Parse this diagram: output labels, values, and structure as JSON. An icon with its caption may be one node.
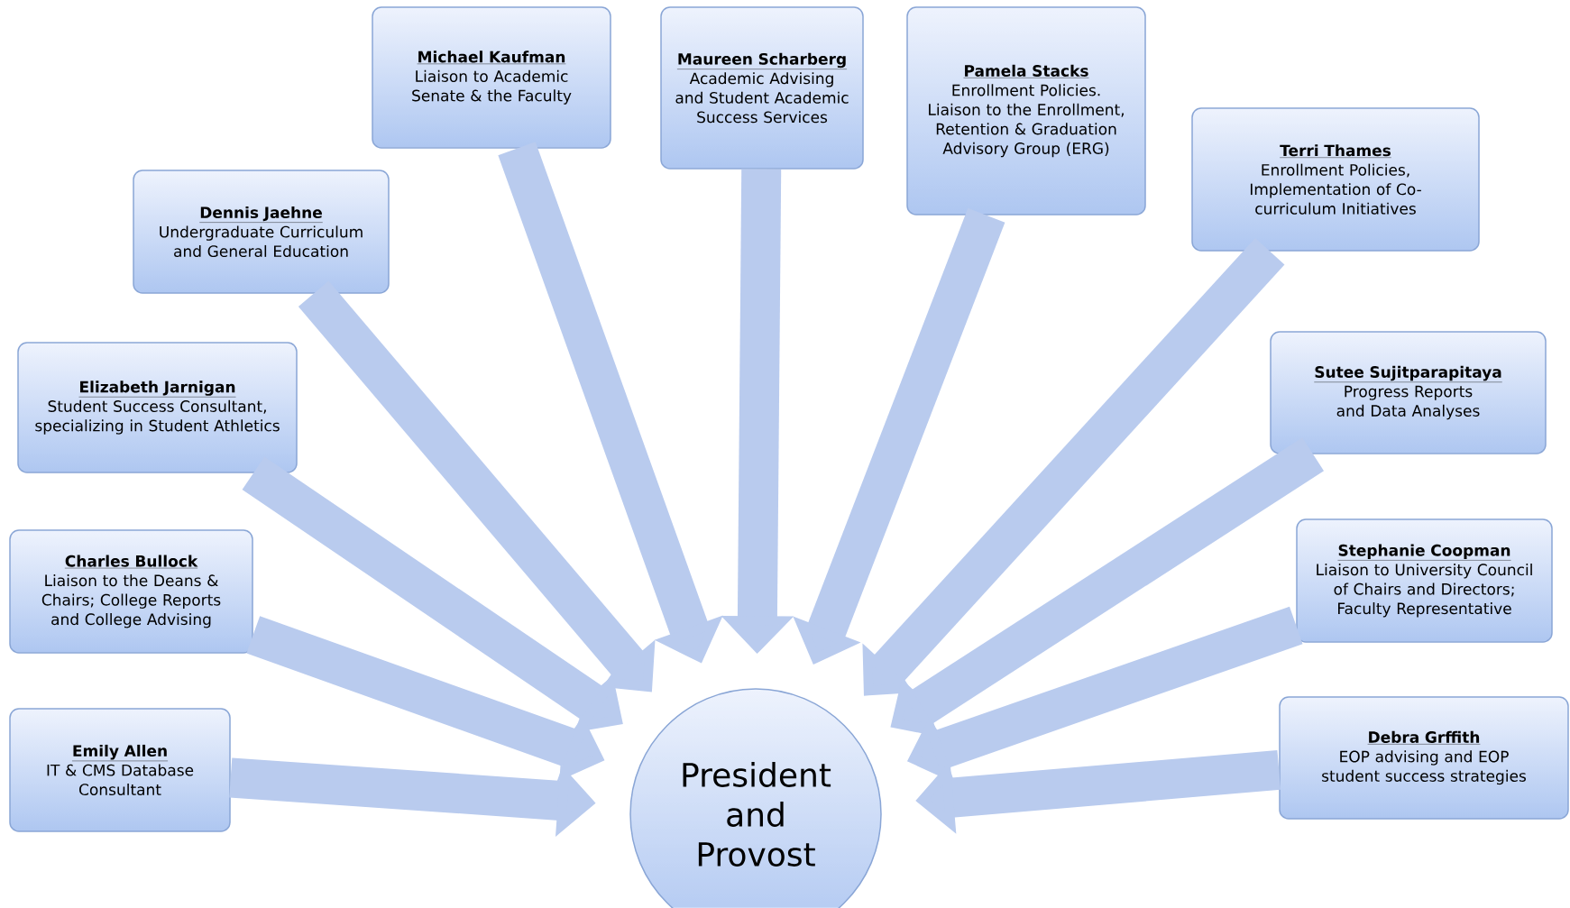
{
  "diagram": {
    "nodes": [
      {
        "text": [
          "Michael Kaufman",
          "Liaison to Academic Senate & the Faculty"
        ]
      },
      {
        "text": [
          "Maureen Scharberg",
          "Academic Advising and Student Academic Success Services"
        ]
      },
      {
        "text": [
          "Pamela Stacks",
          "Enrollment Policies. Liaison to the Enrollment, Retention & Graduation Advisory Group (ERG)"
        ]
      },
      {
        "text": [
          "Terri Thames",
          "Enrollment Policies, Implementation of Co-curriculum Initiatives"
        ]
      },
      {
        "text": [
          "Dennis Jaehne",
          "Undergraduate Curriculum and General Education"
        ]
      },
      {
        "text": [
          "Elizabeth Jarnigan",
          "Student Success Consultant, specializing in Student Athletics"
        ]
      },
      {
        "text": [
          "Sutee Sujitparapitaya",
          "Progress Reports and Data Analyses"
        ]
      },
      {
        "text": [
          "Charles Bullock",
          "Liaison to the Deans & Chairs; College Reports and College Advising"
        ]
      },
      {
        "text": [
          "Stephanie Coopman",
          "Liaison to University Council of Chairs and Directors; Faculty Representative"
        ]
      },
      {
        "text": [
          "Emily Allen",
          "IT & CMS Database Consultant"
        ]
      },
      {
        "text": [
          "Debra Grffith",
          "EOP advising and EOP student success strategies"
        ]
      },
      {
        "text": [
          "President and Provost"
        ]
      }
    ],
    "edges": [
      {
        "from": 0,
        "to": 11,
        "arrow": "to"
      },
      {
        "from": 1,
        "to": 11,
        "arrow": "to"
      },
      {
        "from": 2,
        "to": 11,
        "arrow": "to"
      },
      {
        "from": 3,
        "to": 11,
        "arrow": "to"
      },
      {
        "from": 4,
        "to": 11,
        "arrow": "to"
      },
      {
        "from": 5,
        "to": 11,
        "arrow": "to"
      },
      {
        "from": 6,
        "to": 11,
        "arrow": "to"
      },
      {
        "from": 7,
        "to": 11,
        "arrow": "to"
      },
      {
        "from": 8,
        "to": 11,
        "arrow": "to"
      },
      {
        "from": 9,
        "to": 11,
        "arrow": "to"
      },
      {
        "from": 10,
        "to": 11,
        "arrow": "to"
      }
    ]
  }
}
